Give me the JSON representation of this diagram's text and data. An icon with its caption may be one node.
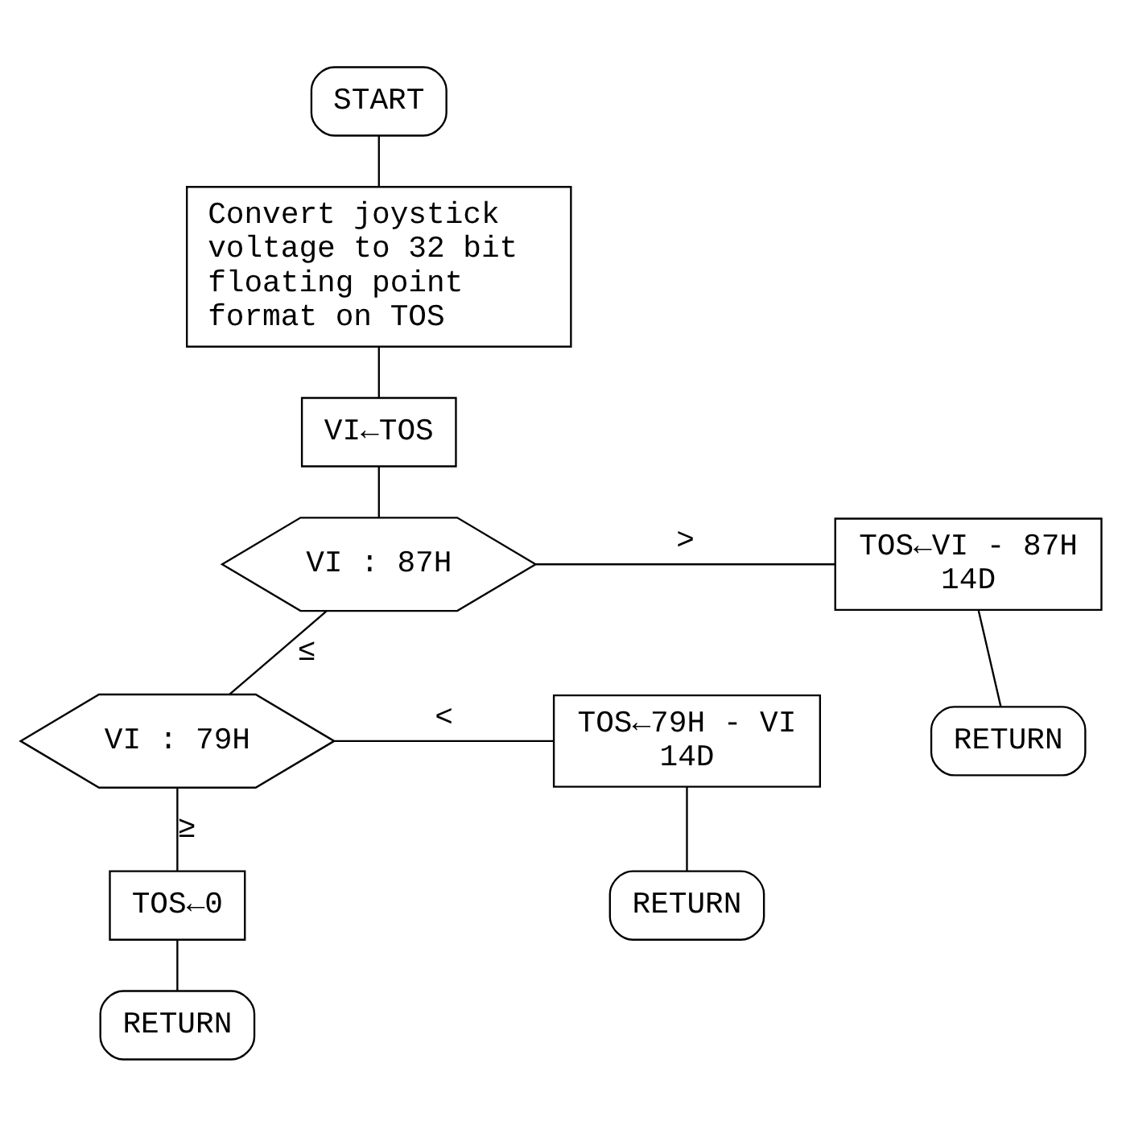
{
  "diagram": {
    "nodes": [
      {
        "text": [
          "START"
        ]
      },
      {
        "text": [
          "Convert joystick voltage to 32 bit floating point format on TOS"
        ]
      },
      {
        "text": [
          "VI←TOS"
        ]
      },
      {
        "text": [
          "VI : 87H"
        ]
      },
      {
        "text": [
          "TOS←VI - 87H",
          "14D"
        ]
      },
      {
        "text": [
          "RETURN"
        ]
      },
      {
        "text": [
          "VI : 79H"
        ]
      },
      {
        "text": [
          "TOS←79H - VI",
          "14D"
        ]
      },
      {
        "text": [
          "RETURN"
        ]
      },
      {
        "text": [
          "TOS←0"
        ]
      },
      {
        "text": [
          "RETURN"
        ]
      }
    ],
    "edges": [
      {
        "from": 0,
        "to": 1,
        "arrow": "none"
      },
      {
        "from": 1,
        "to": 2,
        "arrow": "none"
      },
      {
        "from": 2,
        "to": 3,
        "arrow": "none"
      },
      {
        "from": 3,
        "to": 4,
        "arrow": "none",
        "label": ">"
      },
      {
        "from": 4,
        "to": 5,
        "arrow": "none"
      },
      {
        "from": 3,
        "to": 6,
        "arrow": "none",
        "label": "≤"
      },
      {
        "from": 6,
        "to": 7,
        "arrow": "none",
        "label": "<"
      },
      {
        "from": 7,
        "to": 8,
        "arrow": "none"
      },
      {
        "from": 6,
        "to": 9,
        "arrow": "none",
        "label": "≥"
      },
      {
        "from": 9,
        "to": 10,
        "arrow": "none"
      }
    ]
  }
}
